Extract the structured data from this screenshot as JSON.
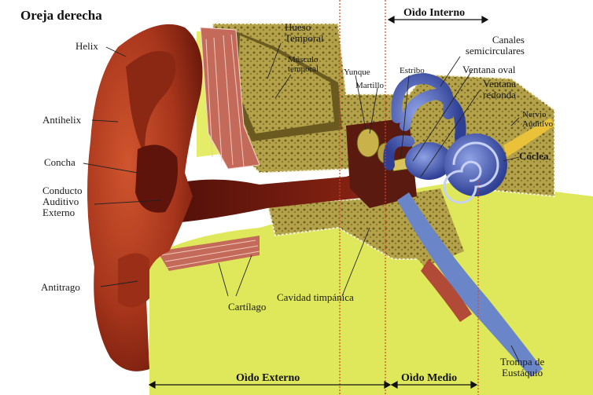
{
  "title": "Oreja derecha",
  "sections": {
    "inner": "Oìdo Interno",
    "middle": "Oìdo Medio",
    "outer": "Oìdo Externo"
  },
  "labels": {
    "helix": "Helix",
    "antihelix": "Antihelix",
    "concha": "Concha",
    "conducto": [
      "Conducto",
      "Auditivo",
      "Externo"
    ],
    "antitrago": "Antitrago",
    "cartilago": "Cartílago",
    "cavidad": "Cavidad timpánica",
    "hueso": [
      "Hueso",
      "Temporal"
    ],
    "musculo": [
      "Músculo",
      "temporal"
    ],
    "yunque": "Yunque",
    "martillo": "Martillo",
    "estribo": "Estribo",
    "canales": [
      "Canales",
      "semicirculares"
    ],
    "ventana_oval": "Ventana oval",
    "ventana_redonda": [
      "Ventana",
      "redonda"
    ],
    "nervio": [
      "Nervio",
      "Auditivo"
    ],
    "coclea": "Cóclea",
    "trompa": [
      "Trompa de",
      "Eustáquio"
    ]
  },
  "colors": {
    "skin": "#a8361c",
    "skin_dark": "#6e1a0c",
    "canal": "#7a1d10",
    "bone": "#b9a84a",
    "bone_dark": "#8a7a2c",
    "cartilage": "#dfe85a",
    "inner_ear": "#4a5fb8",
    "muscle": "#c0675a",
    "divider": "#d2452a"
  }
}
